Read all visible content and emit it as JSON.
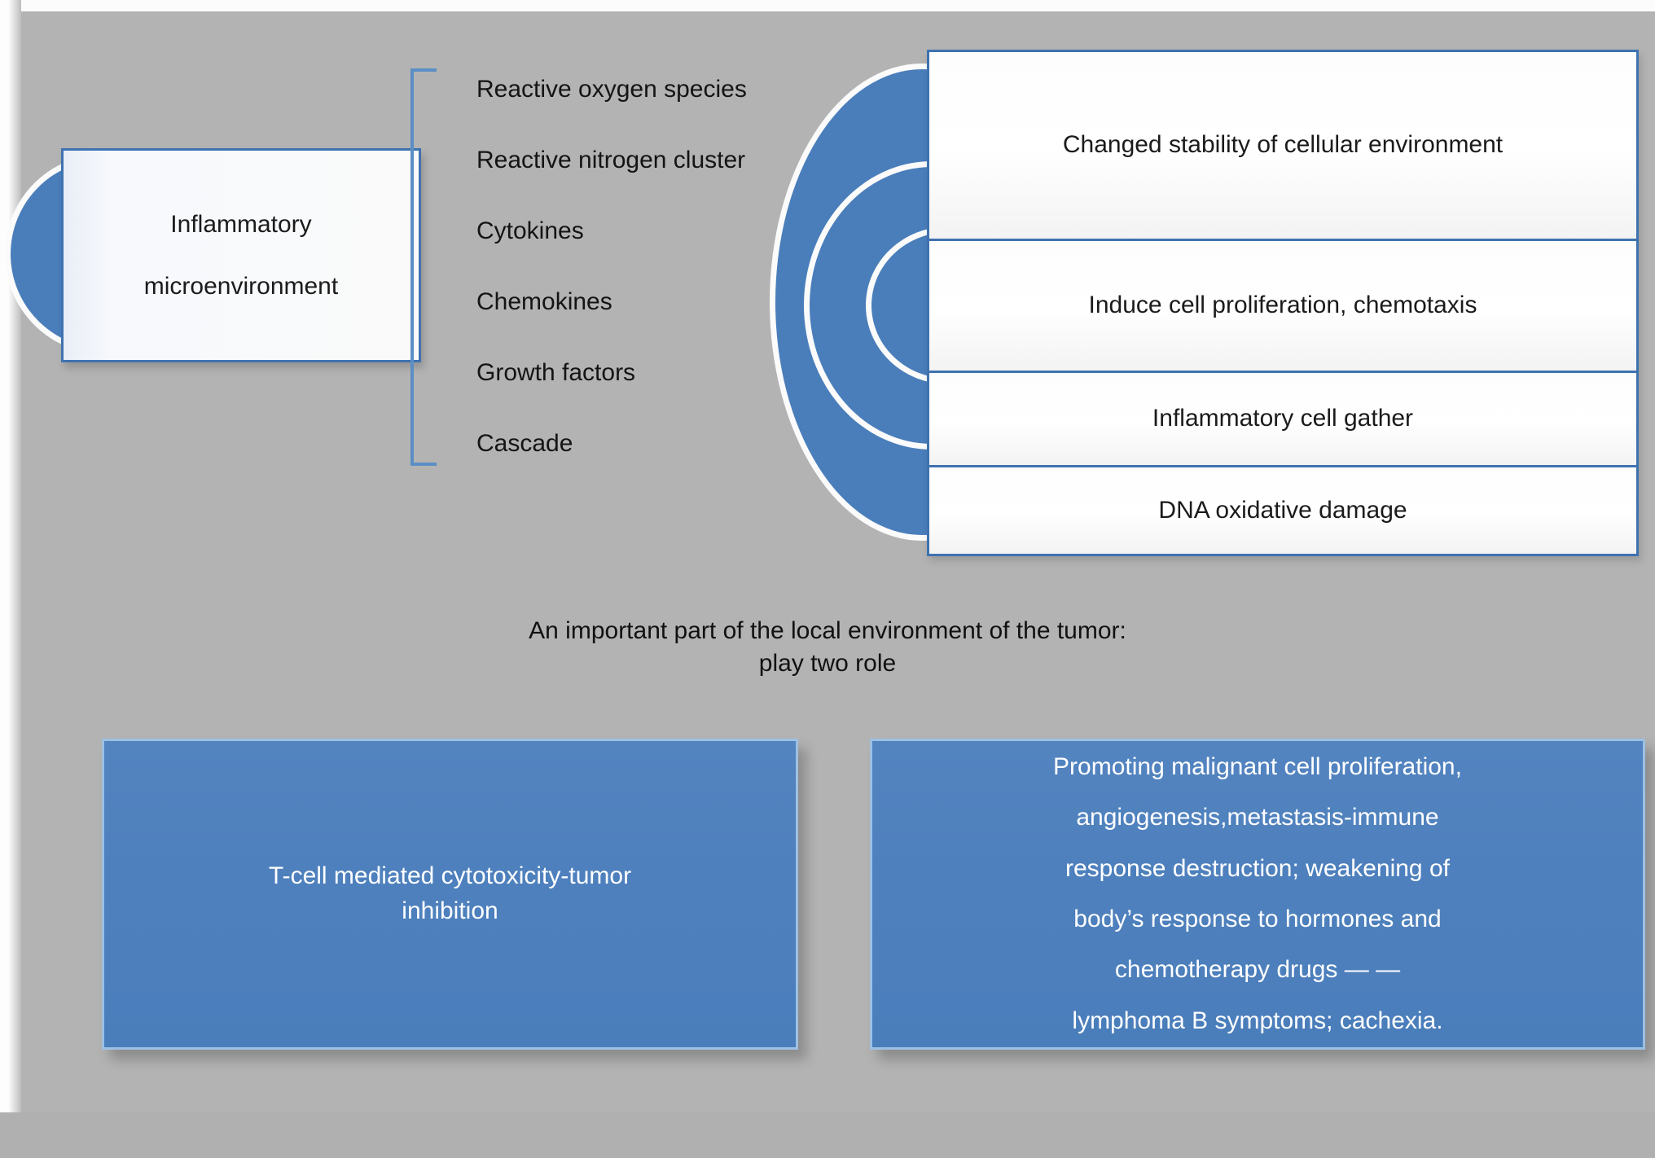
{
  "canvas": {
    "background_color": "#b3b3b3",
    "accent_blue": "#4a7ebb",
    "border_blue": "#3f72b0",
    "panel_white": "#fcfcfc"
  },
  "left_node": {
    "line1": "Inflammatory",
    "line2": "microenvironment"
  },
  "mediators": [
    {
      "label": "Reactive oxygen species"
    },
    {
      "label": "Reactive nitrogen cluster"
    },
    {
      "label": "Cytokines"
    },
    {
      "label": "Chemokines"
    },
    {
      "label": "Growth factors"
    },
    {
      "label": "Cascade"
    }
  ],
  "effects_panel": {
    "rows": [
      {
        "label": "Changed stability of cellular environment"
      },
      {
        "label": "Induce cell proliferation, chemotaxis"
      },
      {
        "label": "Inflammatory cell gather"
      },
      {
        "label": "DNA oxidative damage"
      }
    ]
  },
  "centre_caption": {
    "line1": "An important part of the local environment of the tumor:",
    "line2": "play two role"
  },
  "roles": {
    "left": {
      "line1": "T-cell mediated cytotoxicity-tumor",
      "line2": "inhibition"
    },
    "right": {
      "line1": "Promoting malignant cell proliferation,",
      "line2": "angiogenesis,metastasis-immune",
      "line3": "response destruction; weakening of",
      "line4": "body’s response to hormones and",
      "line5": "chemotherapy drugs — —",
      "line6": "lymphoma B symptoms; cachexia."
    }
  }
}
